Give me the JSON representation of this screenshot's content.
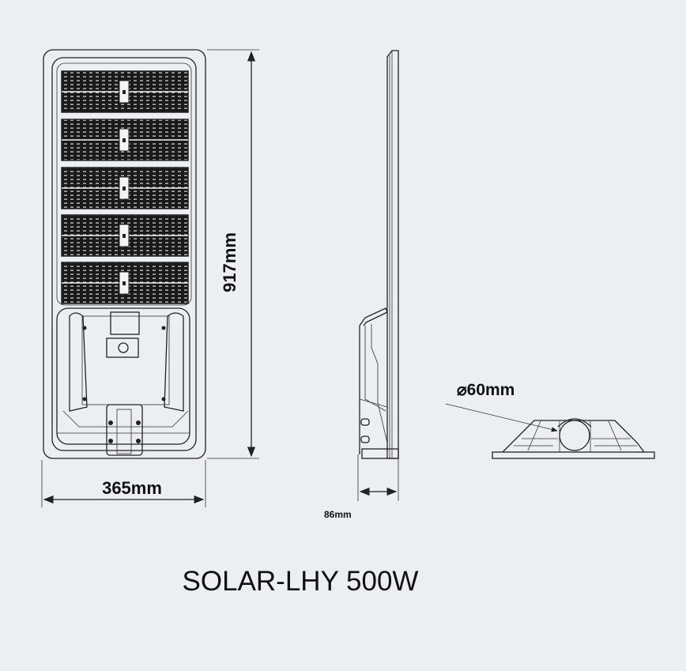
{
  "labels": {
    "height": "917mm",
    "width": "365mm",
    "depth": "86mm",
    "pole_diameter": "⌀60mm"
  },
  "title": "SOLAR-LHY 500W",
  "colors": {
    "background": "#eceff1",
    "line": "#222222"
  }
}
